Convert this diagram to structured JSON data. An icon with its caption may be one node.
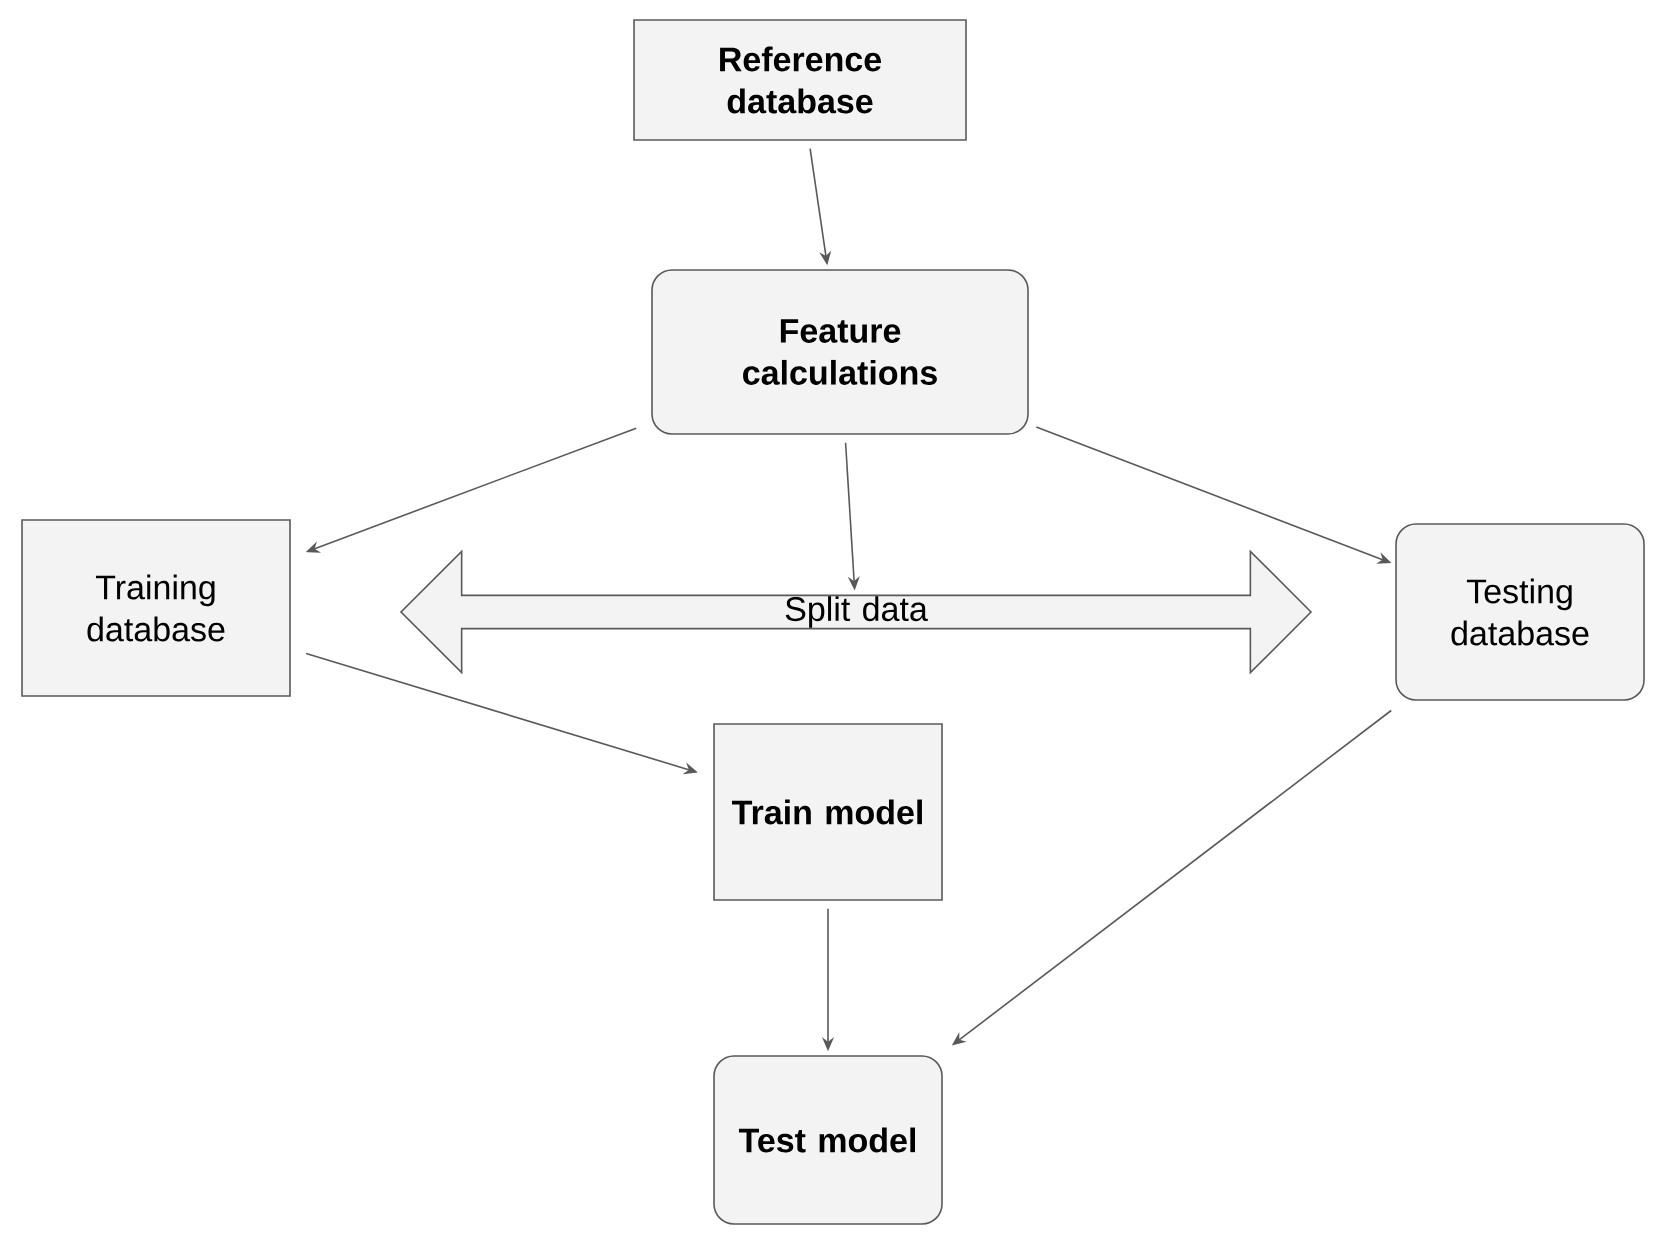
{
  "diagram": {
    "nodes": [
      {
        "text": [
          "Reference database"
        ]
      },
      {
        "text": [
          "Feature calculations"
        ]
      },
      {
        "text": [
          "Training database"
        ]
      },
      {
        "text": [
          "Split data"
        ]
      },
      {
        "text": [
          "Testing database"
        ]
      },
      {
        "text": [
          "Train model"
        ]
      },
      {
        "text": [
          "Test model"
        ]
      }
    ],
    "edges": [
      {
        "from": 0,
        "to": 1,
        "arrow": "to"
      },
      {
        "from": 1,
        "to": 2,
        "arrow": "to"
      },
      {
        "from": 1,
        "to": 3,
        "arrow": "to"
      },
      {
        "from": 1,
        "to": 4,
        "arrow": "to"
      },
      {
        "from": 2,
        "to": 5,
        "arrow": "to"
      },
      {
        "from": 5,
        "to": 6,
        "arrow": "to"
      },
      {
        "from": 4,
        "to": 6,
        "arrow": "to"
      }
    ]
  }
}
